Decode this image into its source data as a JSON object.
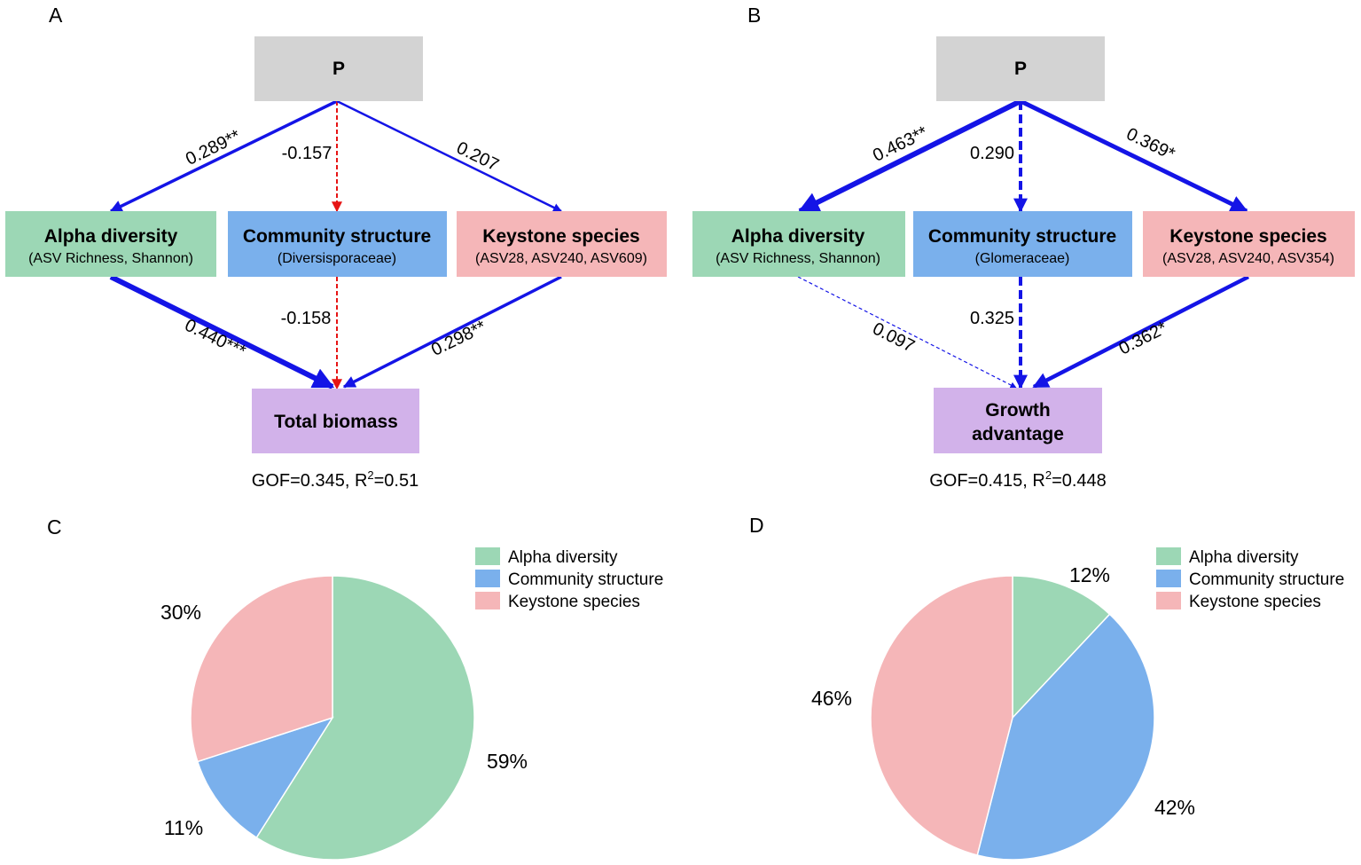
{
  "colors": {
    "predictor_box": "#d3d3d3",
    "alpha": "#9cd7b5",
    "community": "#7ab0ec",
    "keystone": "#f5b6b8",
    "response": "#d2b2ea",
    "path_solid": "#1414e6",
    "path_negative": "#e61414"
  },
  "panels": {
    "A": {
      "letter": "A",
      "predictor": "P",
      "alpha": {
        "title": "Alpha diversity",
        "sub": "(ASV Richness, Shannon)"
      },
      "community": {
        "title": "Community structure",
        "sub": "(Diversisporaceae)"
      },
      "keystone": {
        "title": "Keystone species",
        "sub": "(ASV28,  ASV240,  ASV609)"
      },
      "response": {
        "line1": "Total biomass",
        "line2": ""
      },
      "coefs": {
        "p_alpha": "0.289**",
        "p_community": "-0.157",
        "p_keystone": "0.207",
        "alpha_response": "0.440***",
        "community_response": "-0.158",
        "keystone_response": "0.298**"
      },
      "gof_prefix": "GOF=0.345, R",
      "gof_sup": "2",
      "gof_suffix": "=0.51"
    },
    "B": {
      "letter": "B",
      "predictor": "P",
      "alpha": {
        "title": "Alpha diversity",
        "sub": "(ASV Richness, Shannon)"
      },
      "community": {
        "title": "Community structure",
        "sub": "(Glomeraceae)"
      },
      "keystone": {
        "title": "Keystone species",
        "sub": "(ASV28,  ASV240,  ASV354)"
      },
      "response": {
        "line1": "Growth",
        "line2": "advantage"
      },
      "coefs": {
        "p_alpha": "0.463**",
        "p_community": "0.290",
        "p_keystone": "0.369*",
        "alpha_response": "0.097",
        "community_response": "0.325",
        "keystone_response": "0.362*"
      },
      "gof_prefix": "GOF=0.415, R",
      "gof_sup": "2",
      "gof_suffix": "=0.448"
    }
  },
  "legend": [
    "Alpha diversity",
    "Community structure",
    "Keystone species"
  ],
  "chart_data": [
    {
      "type": "pie",
      "panel": "C",
      "categories": [
        "Alpha diversity",
        "Community structure",
        "Keystone species"
      ],
      "values": [
        59,
        11,
        30
      ],
      "labels": [
        "59%",
        "11%",
        "30%"
      ]
    },
    {
      "type": "pie",
      "panel": "D",
      "categories": [
        "Alpha diversity",
        "Community structure",
        "Keystone species"
      ],
      "values": [
        12,
        42,
        46
      ],
      "labels": [
        "12%",
        "42%",
        "46%"
      ]
    }
  ],
  "pie_letters": [
    "C",
    "D"
  ]
}
